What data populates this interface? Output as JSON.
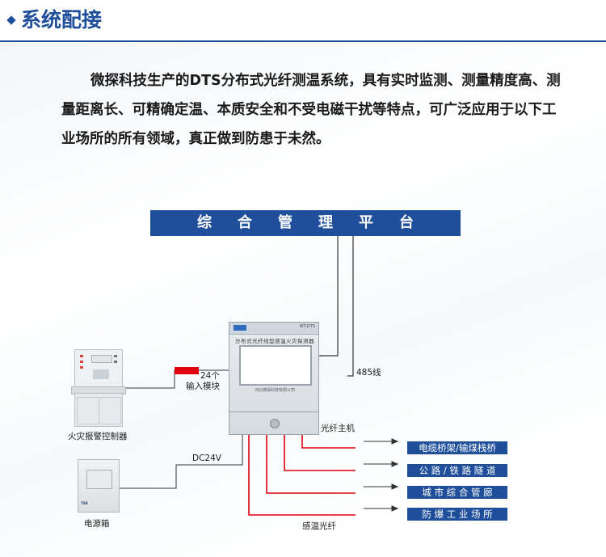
{
  "header": {
    "title": "系统配接",
    "icon": "diamond-icon"
  },
  "intro": {
    "text": "微探科技生产的DTS分布式光纤测温系统，具有实时监测、测量精度高、测量距离长、可精确定温、本质安全和不受电磁干扰等特点，可广泛应用于以下工业场所的所有领域，真正做到防患于未然。"
  },
  "diagram": {
    "platform_label": "综合管理平台",
    "host": {
      "title": "分布式光纤线型感温火灾探测器",
      "model": "WT-DTS",
      "company": "河北微探科技有限公司"
    },
    "labels": {
      "line_485": "485线",
      "host_caption": "光纤主机",
      "input_module_count": "24个",
      "input_module": "输入模块",
      "fire_controller": "火灾报警控制器",
      "dc24v": "DC24V",
      "power_box": "电源箱",
      "sensing_fiber": "感温光纤"
    },
    "psu_brand": "TSK",
    "areas": [
      "电缆桥架/输煤栈桥",
      "公 路 / 铁 路 隧 道",
      "城 市 综 合 管 廊",
      "防 爆 工 业 场 所"
    ],
    "colors": {
      "accent_blue": "#1f4e9a",
      "fiber_red": "#e1000f"
    }
  }
}
